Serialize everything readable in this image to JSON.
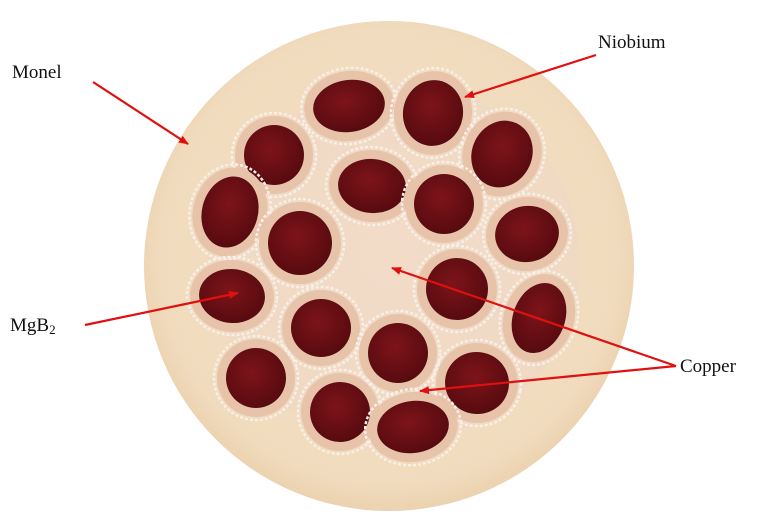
{
  "labels": {
    "monel": "Monel",
    "niobium": "Niobium",
    "mgb2_main": "MgB",
    "mgb2_sub": "2",
    "copper": "Copper"
  },
  "colors": {
    "monel": "#f2dcc0",
    "monel_edge": "#e6cba8",
    "copper_matrix": "#efd7c6",
    "niobium_barrier": "#e7c3aa",
    "niobium_outline": "#f7efe8",
    "mgb2": "#6a0d12",
    "arrow": "#e01010"
  }
}
